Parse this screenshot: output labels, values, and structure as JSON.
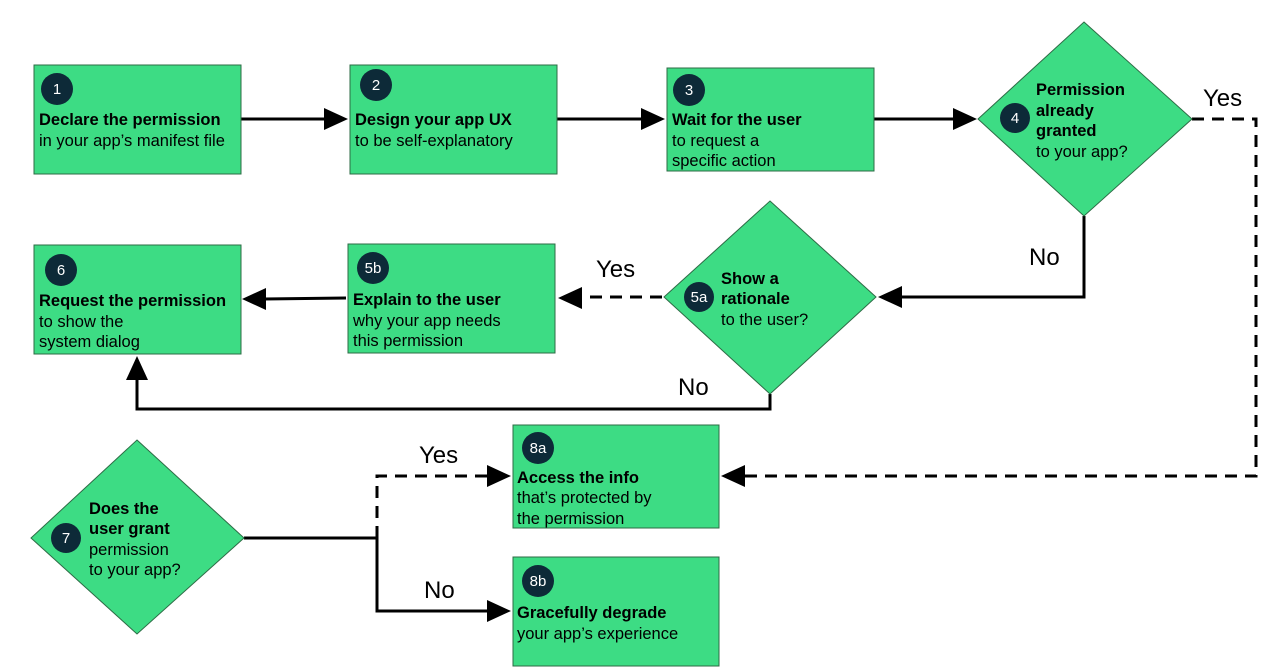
{
  "steps": {
    "s1": {
      "badge": "1",
      "title": "Declare the permission",
      "lines": [
        "in your app’s manifest file"
      ]
    },
    "s2": {
      "badge": "2",
      "title": "Design your app UX",
      "lines": [
        "to be self-explanatory"
      ]
    },
    "s3": {
      "badge": "3",
      "title": "Wait for the user",
      "lines": [
        "to request a",
        "specific action"
      ]
    },
    "s4": {
      "badge": "4",
      "title_lines": [
        "Permission",
        "already",
        "granted"
      ],
      "lines": [
        "to your app?"
      ]
    },
    "s5a": {
      "badge": "5a",
      "title_lines": [
        "Show a",
        "rationale"
      ],
      "lines": [
        "to the user?"
      ]
    },
    "s5b": {
      "badge": "5b",
      "title": "Explain to the user",
      "lines": [
        "why your app needs",
        "this permission"
      ]
    },
    "s6": {
      "badge": "6",
      "title": "Request the permission",
      "lines": [
        "to show the",
        "system dialog"
      ]
    },
    "s7": {
      "badge": "7",
      "title_lines": [
        "Does the",
        "user grant"
      ],
      "lines": [
        "permission",
        "to your app?"
      ]
    },
    "s8a": {
      "badge": "8a",
      "title": "Access the info",
      "lines": [
        "that’s protected by",
        "the permission"
      ]
    },
    "s8b": {
      "badge": "8b",
      "title": "Gracefully degrade",
      "lines": [
        "your app’s experience"
      ]
    }
  },
  "edge_labels": {
    "s4_yes": "Yes",
    "s4_no": "No",
    "s5a_yes": "Yes",
    "s5a_no": "No",
    "s7_yes": "Yes",
    "s7_no": "No"
  },
  "colors": {
    "node_fill": "#3ddc84",
    "badge_fill": "#0d2a38",
    "line": "#000000"
  }
}
